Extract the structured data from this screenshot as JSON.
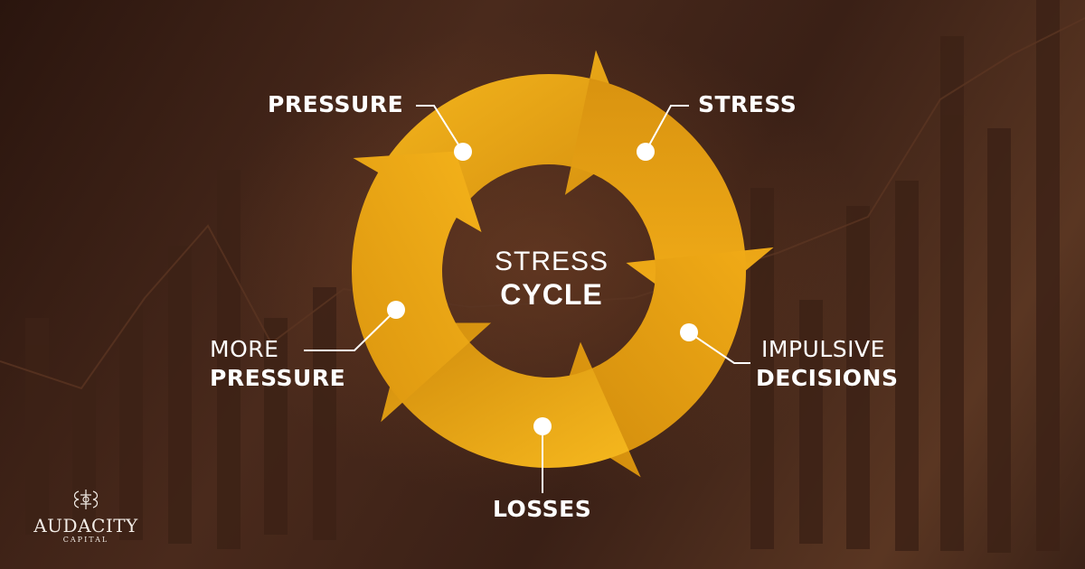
{
  "center": {
    "line1": "STRESS",
    "line2": "CYCLE"
  },
  "stages": {
    "pressure": "PRESSURE",
    "stress": "STRESS",
    "impulsive_line1": "IMPULSIVE",
    "impulsive_line2": "DECISIONS",
    "losses": "LOSSES",
    "more_line1": "MORE",
    "more_line2": "PRESSURE"
  },
  "brand": {
    "name": "AUDACITY",
    "subtitle": "CAPITAL"
  },
  "colors": {
    "arrow_light": "#f5b51c",
    "arrow_dark": "#c9800a",
    "text": "#ffffff",
    "connector": "#ffffff"
  },
  "icons": {
    "logo": "ornamental-monogram-icon"
  }
}
